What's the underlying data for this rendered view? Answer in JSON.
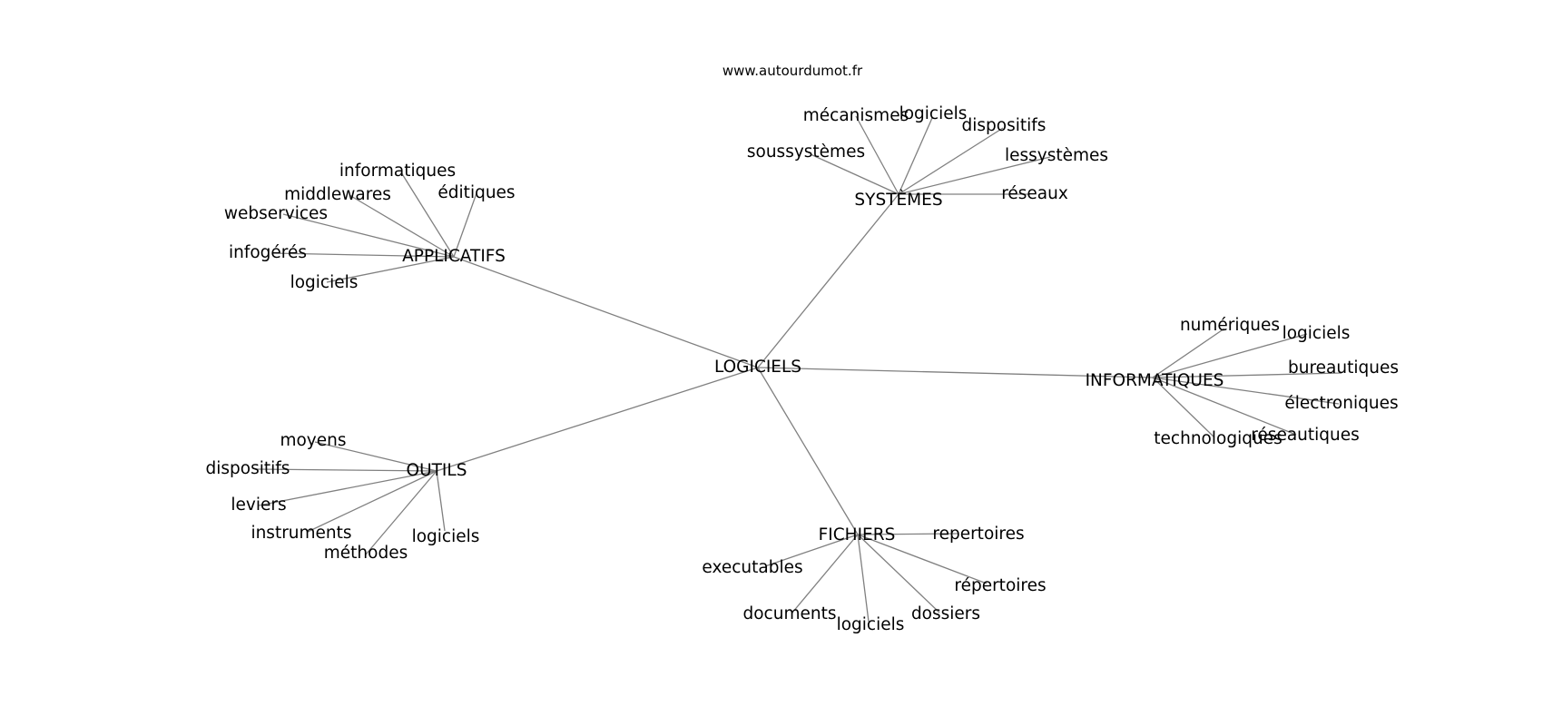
{
  "source": "www.autourdumot.fr",
  "edge_color": "#808080",
  "text_color": "#000000",
  "center": {
    "id": "logiciels",
    "label": "LOGICIELS"
  },
  "hubs": [
    {
      "id": "applicatifs",
      "label": "APPLICATIFS",
      "leaves": [
        "informatiques",
        "éditiques",
        "middlewares",
        "webservices",
        "infogérés",
        "logiciels"
      ]
    },
    {
      "id": "systemes",
      "label": "SYSTÈMES",
      "leaves": [
        "mécanismes",
        "logiciels",
        "dispositifs",
        "soussystèmes",
        "lessystèmes",
        "réseaux"
      ]
    },
    {
      "id": "informatiques",
      "label": "INFORMATIQUES",
      "leaves": [
        "numériques",
        "logiciels",
        "bureautiques",
        "électroniques",
        "technologiques",
        "réseautiques"
      ]
    },
    {
      "id": "outils",
      "label": "OUTILS",
      "leaves": [
        "moyens",
        "dispositifs",
        "leviers",
        "instruments",
        "méthodes",
        "logiciels"
      ]
    },
    {
      "id": "fichiers",
      "label": "FICHIERS",
      "leaves": [
        "repertoires",
        "executables",
        "répertoires",
        "documents",
        "logiciels",
        "dossiers"
      ]
    }
  ]
}
